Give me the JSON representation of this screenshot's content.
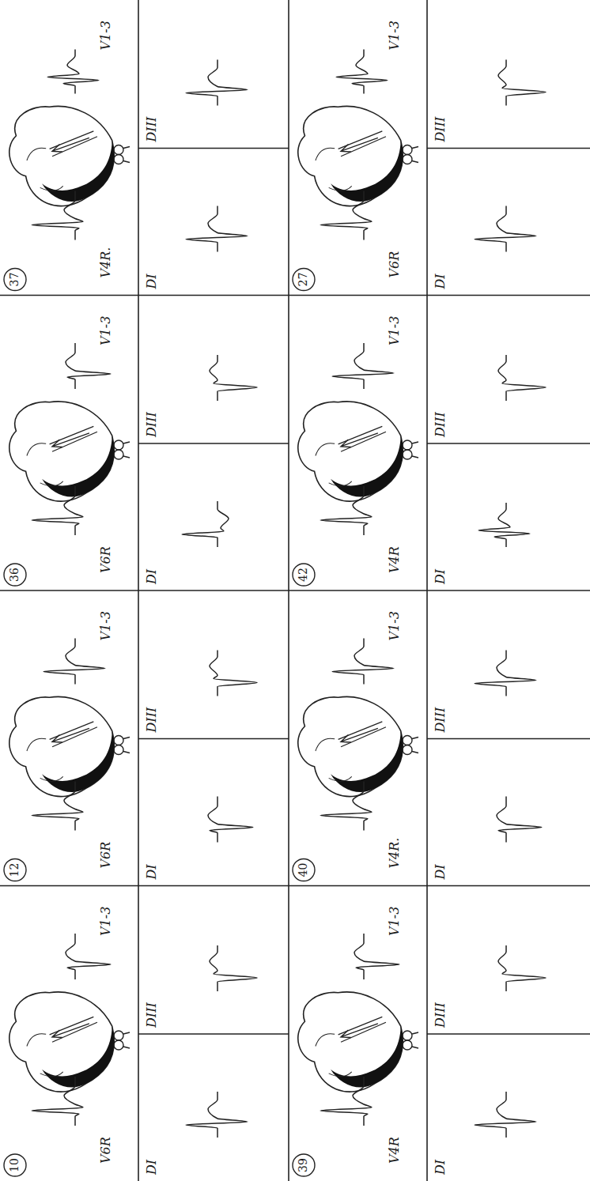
{
  "diagram": {
    "labels": [
      "10",
      "V6R",
      "V1-3",
      "DI",
      "DIII",
      "12",
      "V6R",
      "V1-3",
      "DI",
      "DIII",
      "36",
      "V6R",
      "V1-3",
      "DI",
      "DIII",
      "37",
      "V4R.",
      "V1-3",
      "DI",
      "DIII",
      "39",
      "V4R",
      "V1-3",
      "DI",
      "DIII",
      "40",
      "V4R.",
      "V1-3",
      "DI",
      "DIII",
      "42",
      "V4R",
      "V1-3",
      "DI",
      "DIII",
      "27",
      "V6R",
      "V1-3",
      "DI",
      "DIII"
    ]
  }
}
